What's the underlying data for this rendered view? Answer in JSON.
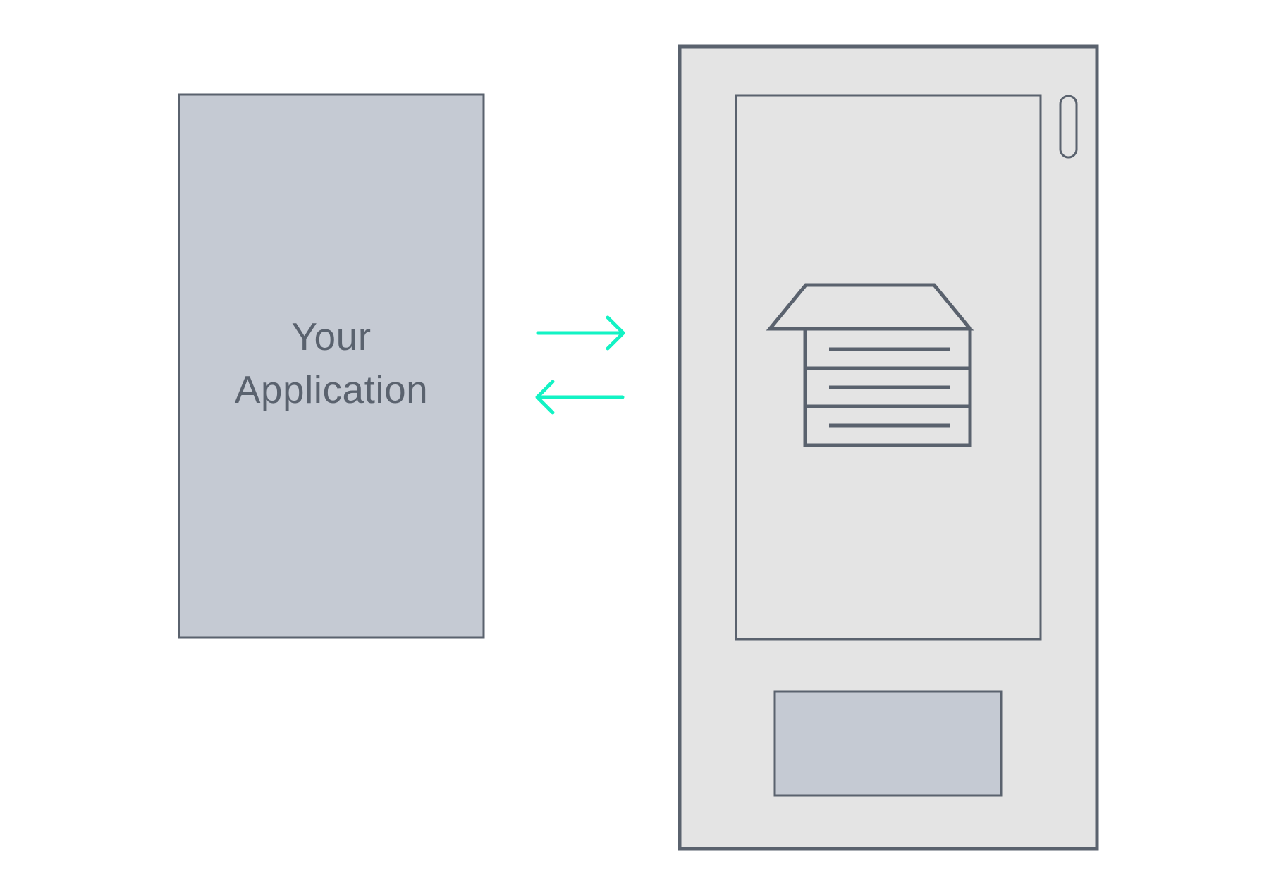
{
  "application_box": {
    "label_line1": "Your",
    "label_line2": "Application"
  },
  "colors": {
    "background": "#ffffff",
    "application_fill": "#c5cad3",
    "outline": "#5a626e",
    "device_fill": "#e4e4e4",
    "arrow": "#12f3c4"
  },
  "icons": {
    "arrows": "bidirectional-arrows",
    "database": "server-stack-icon"
  }
}
